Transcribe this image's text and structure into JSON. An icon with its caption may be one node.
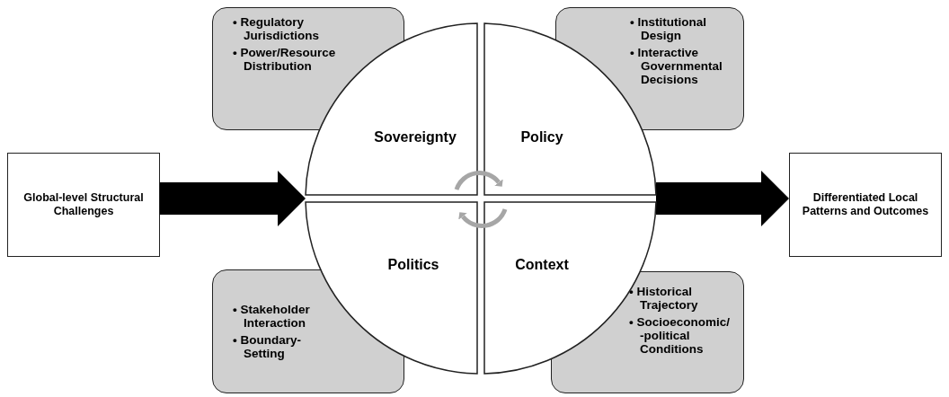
{
  "diagram": {
    "nodes": [
      {
        "text": [
          "• Regulatory Jurisdictions",
          "• Power/Resource Distribution"
        ]
      },
      {
        "text": [
          "• Institutional Design",
          "• Interactive Governmental Decisions"
        ]
      },
      {
        "text": [
          "Global-level Structural Challenges"
        ]
      },
      {
        "text": [],
        "shape": "circle"
      },
      {
        "text": [
          "Sovereignty"
        ],
        "in": 3
      },
      {
        "text": [
          "Policy"
        ],
        "in": 3
      },
      {
        "text": [
          "Politics"
        ],
        "in": 3
      },
      {
        "text": [
          "Context"
        ],
        "in": 3
      },
      {
        "text": [
          "Differentiated Local Patterns and Outcomes"
        ]
      },
      {
        "text": [
          "• Stakeholder Interaction",
          "• Boundary-Setting"
        ]
      },
      {
        "text": [
          "• Historical Trajectory",
          "• Socioeconomic/ -political Conditions"
        ]
      }
    ],
    "edges": [
      {
        "from": 2,
        "to": 3,
        "arrow": "to",
        "style": "thick"
      },
      {
        "from": 3,
        "to": 8,
        "arrow": "to",
        "style": "thick"
      },
      {
        "from": 4,
        "to": 5,
        "arrow": "to",
        "color": "#a6a6a6"
      },
      {
        "from": 7,
        "to": 6,
        "arrow": "to",
        "color": "#a6a6a6"
      }
    ]
  }
}
